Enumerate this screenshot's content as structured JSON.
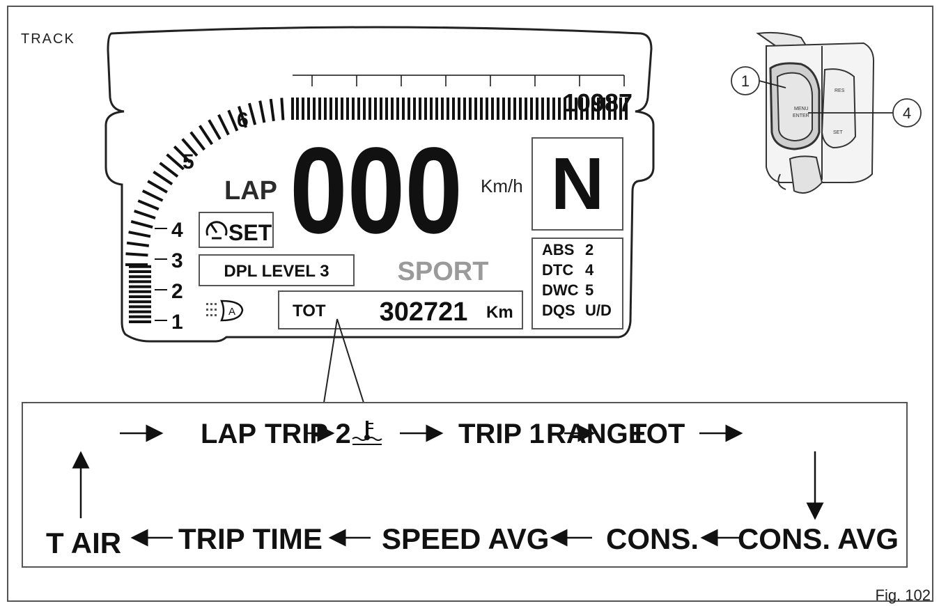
{
  "figure": {
    "mode_label": "TRACK",
    "fig_label": "Fig. 102"
  },
  "dashboard": {
    "rpm_scale": [
      "1",
      "2",
      "3",
      "4",
      "5",
      "6"
    ],
    "rpm_readout": "10987",
    "lap_label": "LAP",
    "speed_value": "000",
    "speed_unit": "Km/h",
    "gear": "N",
    "cruise_set_label": "SET",
    "dpl_label": "DPL LEVEL 3",
    "riding_mode": "SPORT",
    "odometer": {
      "label": "TOT",
      "value": "302721",
      "unit": "Km"
    },
    "settings": [
      {
        "name": "ABS",
        "value": "2"
      },
      {
        "name": "DTC",
        "value": "4"
      },
      {
        "name": "DWC",
        "value": "5"
      },
      {
        "name": "DQS",
        "value": "U/D"
      }
    ]
  },
  "switch_callouts": [
    "1",
    "4"
  ],
  "cycle": {
    "top_row": [
      "LAP",
      "TRIP 2",
      "TRIP 1",
      "RANGE",
      "TOT"
    ],
    "bottom_row": [
      "T AIR",
      "TRIP TIME",
      "SPEED AVG",
      "CONS.",
      "CONS. AVG"
    ]
  }
}
